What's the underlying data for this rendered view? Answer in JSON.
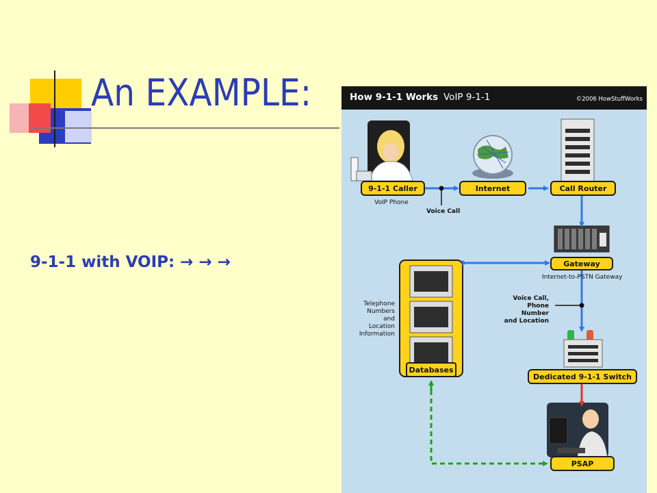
{
  "slide": {
    "title": "An EXAMPLE:",
    "subtitle": "9-1-1 with VOIP:  →  →  →"
  },
  "figure": {
    "header_title": "How 9-1-1 Works",
    "header_subtitle": "VoIP 9-1-1",
    "copyright": "©2006 HowStuffWorks",
    "nodes": {
      "caller": "9-1-1 Caller",
      "caller_sub": "VoIP Phone",
      "internet": "Internet",
      "router": "Call Router",
      "gateway": "Gateway",
      "gateway_sub": "Internet-to-PSTN Gateway",
      "databases": "Databases",
      "switch": "Dedicated 9-1-1 Switch",
      "psap": "PSAP"
    },
    "labels": {
      "voice_call": "Voice Call",
      "voice_call_phone_location": "Voice Call,\nPhone Number\nand Location",
      "db_info": "Telephone\nNumbers and\nLocation\nInformation"
    }
  },
  "colors": {
    "background": "#ffffc9",
    "title": "#2c3cb4",
    "diagram_bg": "#c4ddee",
    "box_fill": "#ffd31c",
    "blue_arrow": "#2f7be8",
    "red_arrow": "#e4351a",
    "green_dashed": "#19a80e"
  }
}
